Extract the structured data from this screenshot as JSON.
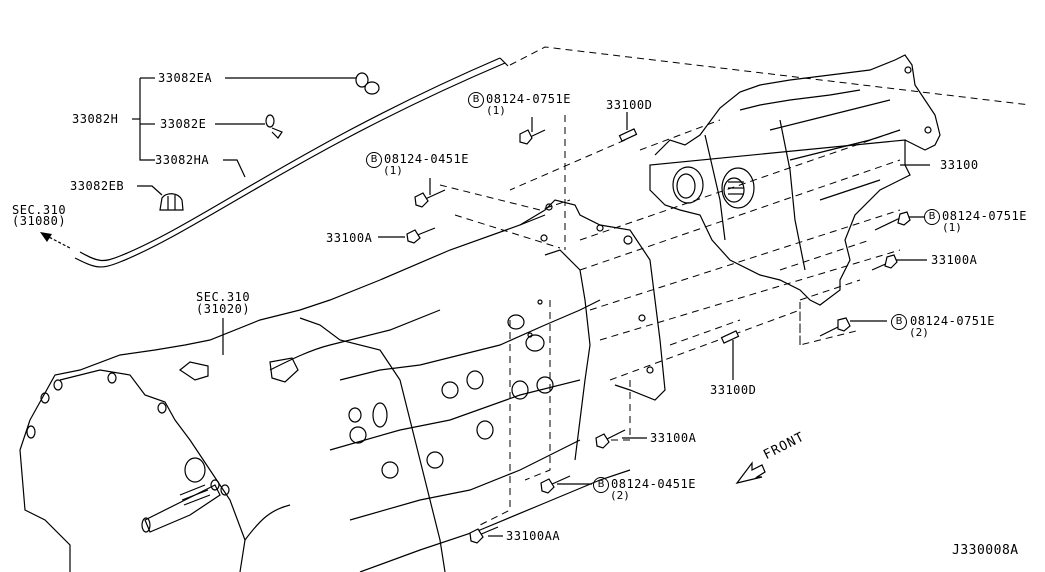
{
  "diagram": {
    "id_label": "J330008A",
    "front_label": "FRONT",
    "sections": [
      {
        "key": "sec_31080",
        "title": "SEC.310",
        "ref": "(31080)"
      },
      {
        "key": "sec_31020",
        "title": "SEC.310",
        "ref": "(31020)"
      }
    ],
    "group": {
      "parent": "33082H",
      "children": [
        "33082EA",
        "33082E",
        "33082HA"
      ]
    },
    "callouts": [
      {
        "part": "33082EB"
      },
      {
        "part": "33100D"
      },
      {
        "part": "33100"
      },
      {
        "part": "33100A"
      },
      {
        "part": "33100A"
      },
      {
        "part": "33100D"
      },
      {
        "part": "33100A"
      },
      {
        "part": "33100AA"
      }
    ],
    "bolts": [
      {
        "marker": "B",
        "part": "08124-0751E",
        "qty": "(1)"
      },
      {
        "marker": "B",
        "part": "08124-0451E",
        "qty": "(1)"
      },
      {
        "marker": "B",
        "part": "08124-0751E",
        "qty": "(1)"
      },
      {
        "marker": "B",
        "part": "08124-0751E",
        "qty": "(2)"
      },
      {
        "marker": "B",
        "part": "08124-0451E",
        "qty": "(2)"
      }
    ]
  }
}
